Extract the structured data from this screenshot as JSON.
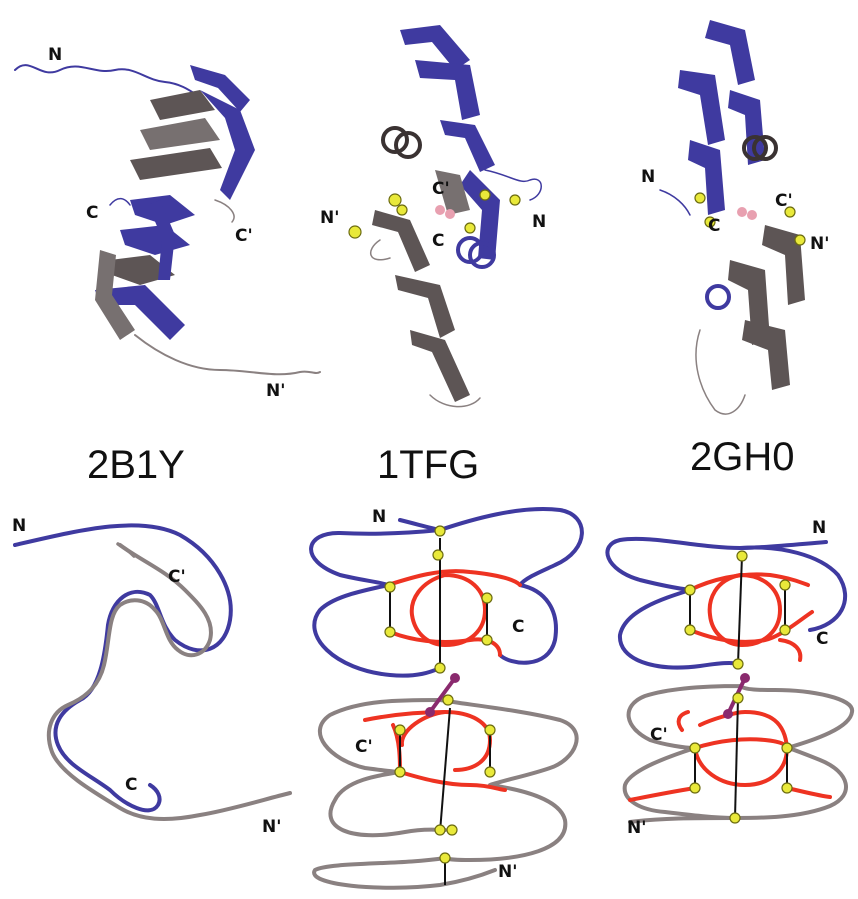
{
  "colors": {
    "chain_a": "#3f3aa0",
    "chain_b": "#8a8181",
    "cystine_knot_segment": "#ee3322",
    "disulfide_sulfur": "#e9e93a",
    "interchain_link": "#8a2a6e",
    "background": "#ffffff"
  },
  "panels": [
    {
      "pdb_id": "2B1Y",
      "structure_labels": [
        "N",
        "C",
        "C'",
        "N'"
      ],
      "schematic_labels": [
        "N",
        "C'",
        "C",
        "N'"
      ]
    },
    {
      "pdb_id": "1TFG",
      "structure_labels": [
        "C'",
        "N'",
        "N",
        "C"
      ],
      "schematic_labels": [
        "N",
        "C",
        "C'",
        "N'"
      ]
    },
    {
      "pdb_id": "2GH0",
      "structure_labels": [
        "N",
        "C'",
        "C",
        "N'"
      ],
      "schematic_labels": [
        "N",
        "C",
        "C'",
        "N'"
      ]
    }
  ]
}
